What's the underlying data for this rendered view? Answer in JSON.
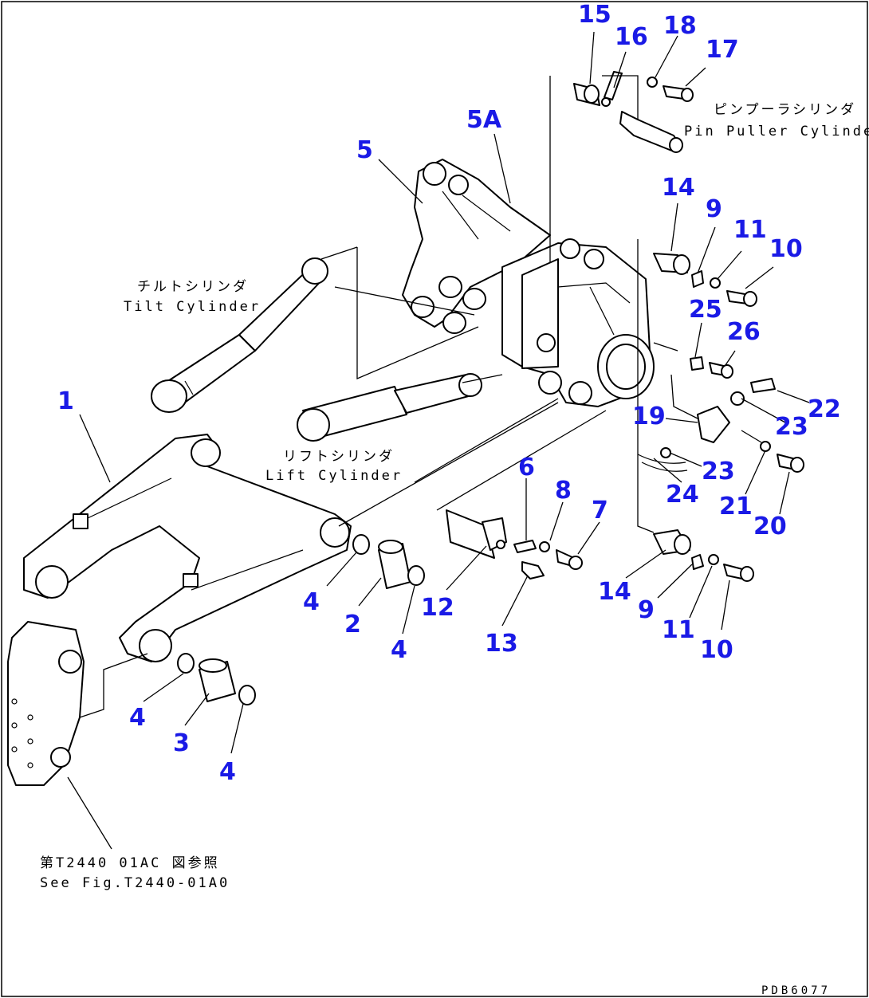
{
  "callouts": {
    "c1": "1",
    "c2": "2",
    "c3": "3",
    "c4": "4",
    "c5": "5",
    "c5A": "5A",
    "c6": "6",
    "c7": "7",
    "c8": "8",
    "c9": "9",
    "c10": "10",
    "c11": "11",
    "c12": "12",
    "c13": "13",
    "c14": "14",
    "c15": "15",
    "c16": "16",
    "c17": "17",
    "c18": "18",
    "c19": "19",
    "c20": "20",
    "c21": "21",
    "c22": "22",
    "c23": "23",
    "c24": "24",
    "c25": "25",
    "c26": "26"
  },
  "labels": {
    "pin_puller_jp": "ピンプーラシリンダ",
    "pin_puller_en": "Pin Puller Cylinder",
    "tilt_jp": "チルトシリンダ",
    "tilt_en": "Tilt Cylinder",
    "lift_jp": "リフトシリンダ",
    "lift_en": "Lift Cylinder",
    "see_fig_jp": "第T2440 01AC 図参照",
    "see_fig_en": "See Fig.T2440-01A0"
  },
  "drawing_code": "PDB6077",
  "colors": {
    "callout": "#1a1ae6",
    "line": "#000000",
    "background": "#ffffff"
  }
}
